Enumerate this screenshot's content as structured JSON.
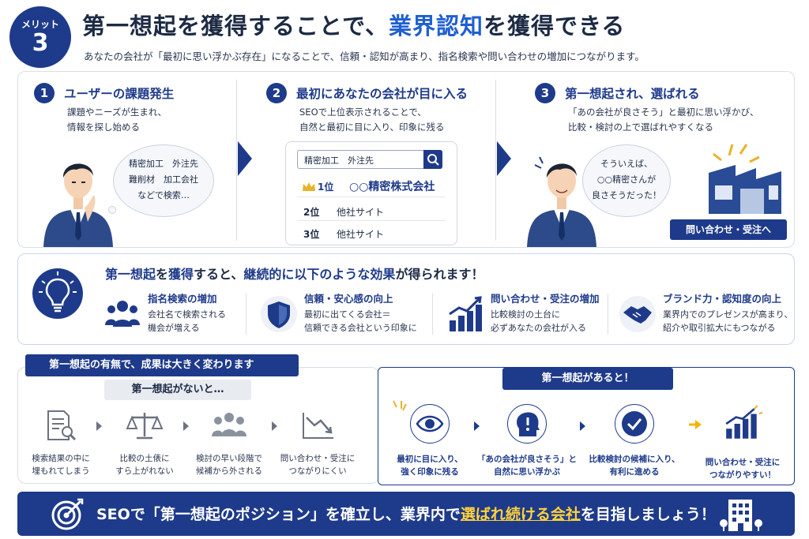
{
  "header": {
    "badge_label": "メリット",
    "badge_number": "3",
    "title_pre": "第一想起を獲得することで、",
    "title_highlight": "業界認知",
    "title_post": "を獲得できる",
    "subtitle": "あなたの会社が「最初に思い浮かぶ存在」になることで、信頼・認知が高まり、指名検索や問い合わせの増加につながります。"
  },
  "steps": [
    {
      "num": "1",
      "title": "ユーザーの課題発生",
      "desc1": "課題やニーズが生まれ、",
      "desc2": "情報を探し始める",
      "bubble1": "精密加工　外注先",
      "bubble2": "難削材　加工会社",
      "bubble3": "などで検索…"
    },
    {
      "num": "2",
      "title": "最初にあなたの会社が目に入る",
      "desc1": "SEOで上位表示されることで、",
      "desc2": "自然と最初に目に入り、印象に残る",
      "search_query": "精密加工　外注先",
      "results": [
        {
          "rank": "1位",
          "name": "○○精密株式会社"
        },
        {
          "rank": "2位",
          "name": "他社サイト"
        },
        {
          "rank": "3位",
          "name": "他社サイト"
        }
      ]
    },
    {
      "num": "3",
      "title": "第一想起され、選ばれる",
      "desc1": "「あの会社が良さそう」と最初に思い浮かび、",
      "desc2": "比較・検討の上で選ばれやすくなる",
      "bubble1": "そういえば、",
      "bubble2": "○○精密さんが",
      "bubble3": "良さそうだった！",
      "button": "問い合わせ・受注へ"
    }
  ],
  "effects": {
    "head_a": "第一想起",
    "head_b": "を",
    "head_c": "獲得",
    "head_d": "すると、",
    "head_e": "継続的に以下のような効果",
    "head_f": "が得られます！",
    "items": [
      {
        "title": "指名検索の増加",
        "d1": "会社名で検索される",
        "d2": "機会が増える",
        "icon": "users-icon"
      },
      {
        "title": "信頼・安心感の向上",
        "d1": "最初に出てくる会社＝",
        "d2": "信頼できる会社という印象に",
        "icon": "shield-icon"
      },
      {
        "title": "問い合わせ・受注の増加",
        "d1": "比較検討の土台に",
        "d2": "必ずあなたの会社が入る",
        "icon": "growth-chart-icon"
      },
      {
        "title": "ブランド力・認知度の向上",
        "d1": "業界内でのプレゼンスが高まり、",
        "d2": "紹介や取引拡大にもつながる",
        "icon": "handshake-icon"
      }
    ]
  },
  "comparison": {
    "tag": "第一想起の有無で、成果は大きく変わります",
    "no_label": "第一想起がないと…",
    "no_items": [
      {
        "l1": "検索結果の中に",
        "l2": "埋もれてしまう",
        "icon": "document-search-icon"
      },
      {
        "l1": "比較の土俵に",
        "l2": "すら上がれない",
        "icon": "scale-icon"
      },
      {
        "l1": "検討の早い段階で",
        "l2": "候補から外される",
        "icon": "group-icon"
      },
      {
        "l1": "問い合わせ・受注に",
        "l2": "つながりにくい",
        "icon": "down-trend-icon"
      }
    ],
    "yes_label": "第一想起があると！",
    "yes_items": [
      {
        "l1": "最初に目に入り、",
        "l2": "強く印象に残る",
        "icon": "eye-icon"
      },
      {
        "l1": "「あの会社が良さそう」と",
        "l2": "自然に思い浮かぶ",
        "icon": "idea-head-icon"
      },
      {
        "l1": "比較検討の候補に入り、",
        "l2": "有利に進める",
        "icon": "check-icon"
      },
      {
        "l1": "問い合わせ・受注に",
        "l2": "つながりやすい！",
        "icon": "up-trend-icon"
      }
    ]
  },
  "footer": {
    "pre": "SEOで「第一想起のポジション」を確立し、業界内で",
    "highlight": "選ばれ続ける会社",
    "post": "を目指しましょう！"
  },
  "colors": {
    "navy": "#1e3a8a",
    "blue": "#1f5fd1",
    "yellow": "#ffd23a"
  }
}
